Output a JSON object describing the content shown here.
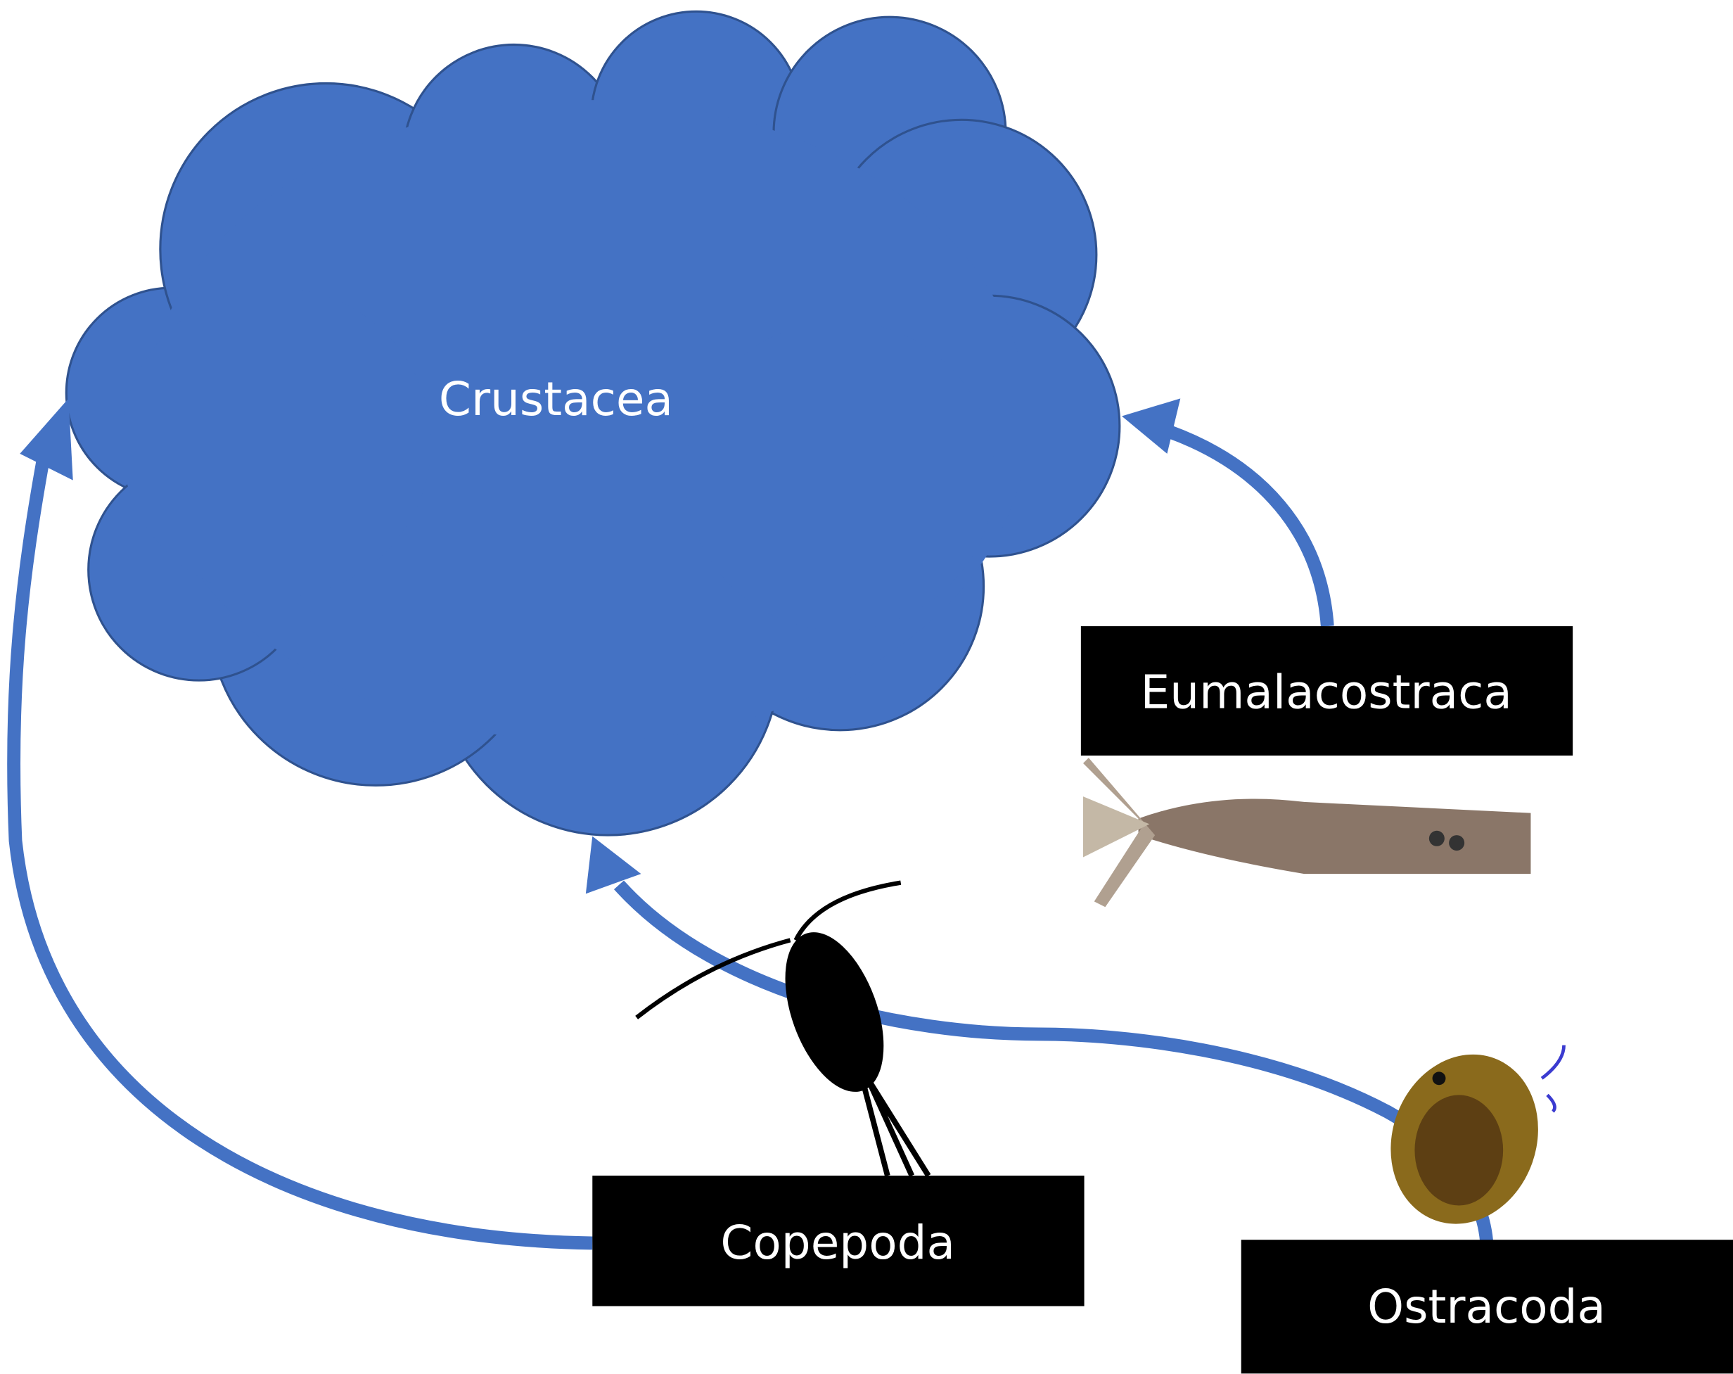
{
  "cloud": {
    "label": "Crustacea"
  },
  "nodes": [
    {
      "label": "Eumalacostraca"
    },
    {
      "label": "Copepoda"
    },
    {
      "label": "Ostracoda"
    }
  ],
  "colors": {
    "cloud_fill": "#4472C4",
    "cloud_stroke": "#2F528F",
    "arrow": "#4472C4",
    "box": "#000000",
    "text": "#FFFFFF"
  }
}
